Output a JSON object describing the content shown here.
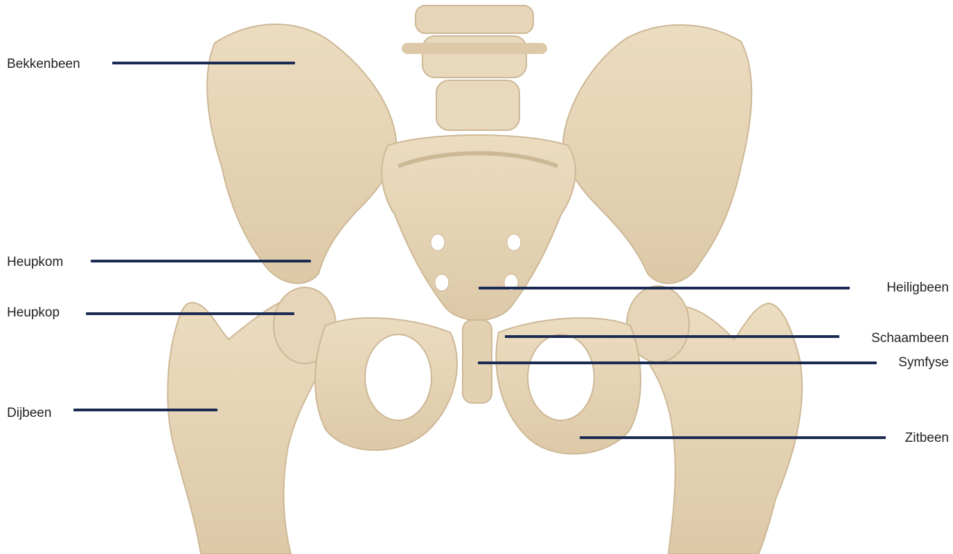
{
  "diagram": {
    "line_color": "#1b2a52",
    "bone_color": "#e6d5b8",
    "bone_shadow": "#cdb896",
    "labels": {
      "left": {
        "bekkenbeen": "Bekkenbeen",
        "heupkom": "Heupkom",
        "heupkop": "Heupkop",
        "dijbeen": "Dijbeen"
      },
      "right": {
        "heiligbeen": "Heiligbeen",
        "schaambeen": "Schaambeen",
        "symfyse": "Symfyse",
        "zitbeen": "Zitbeen"
      }
    }
  }
}
